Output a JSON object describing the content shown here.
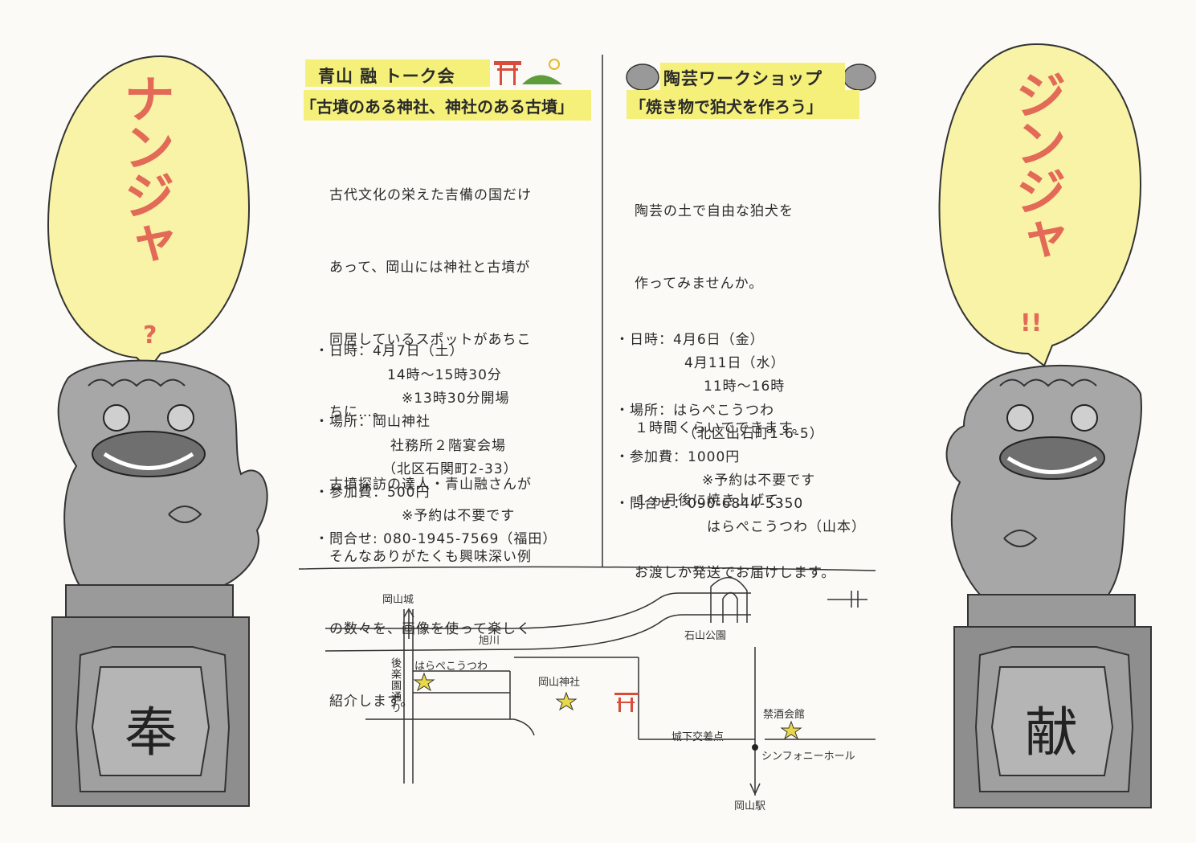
{
  "talk": {
    "heading": "青山 融 トーク会",
    "subtitle": "「古墳のある神社、神社のある古墳」",
    "body": [
      "古代文化の栄えた吉備の国だけ",
      "あって、岡山には神社と古墳が",
      "同居しているスポットがあちこ",
      "ちに…。",
      "古墳探訪の達人・青山融さんが",
      "そんなありがたくも興味深い例",
      "の数々を、画像を使って楽しく",
      "紹介します。"
    ],
    "info": [
      "・日時：4月7日（土）",
      "14時～15時30分",
      "※13時30分開場",
      "・場所：岡山神社",
      "社務所２階宴会場",
      "（北区石関町2-33）",
      "・参加費：500円",
      "※予約は不要です",
      "・問合せ: 080-1945-7569（福田）"
    ]
  },
  "workshop": {
    "heading": "陶芸ワークショップ",
    "subtitle": "「焼き物で狛犬を作ろう」",
    "body": [
      "陶芸の土で自由な狛犬を",
      "作ってみませんか。",
      "",
      "１時間くらいでできます。",
      "１ヵ月後に焼き上げて、",
      "お渡しか発送でお届けします。"
    ],
    "info": [
      "・日時：4月6日（金）",
      "4月11日（水）",
      "11時～16時",
      "・場所：はらぺこうつわ",
      "（北区出石町1-6-5）",
      "・参加費：1000円",
      "※予約は不要です",
      "・問合せ：090-6844-5350",
      "はらぺこうつわ（山本）"
    ]
  },
  "bubbles": {
    "left": "ナンジャ",
    "left_mark": "?",
    "right": "ジンジャ",
    "right_mark": "!!"
  },
  "plates": {
    "left": "奉",
    "right": "献"
  },
  "map": {
    "okayama_castle": "岡山城",
    "asahi_river": "旭川",
    "ishiyama_park": "石山公園",
    "harapeko": "はらぺこうつわ",
    "korakuen_street": "後楽園通り",
    "okayama_shrine": "岡山神社",
    "kinshu_hall": "禁酒会館",
    "shiroshita": "城下交差点",
    "symphony_hall": "シンフォニーホール",
    "okayama_station": "岡山駅"
  },
  "colors": {
    "highlight": "#f5f07a",
    "bubble_fill": "#f8f3a6",
    "bubble_text": "#e26a57",
    "torii": "#d94b3b",
    "star": "#e8d84a",
    "stone": "#8e8e8e"
  }
}
